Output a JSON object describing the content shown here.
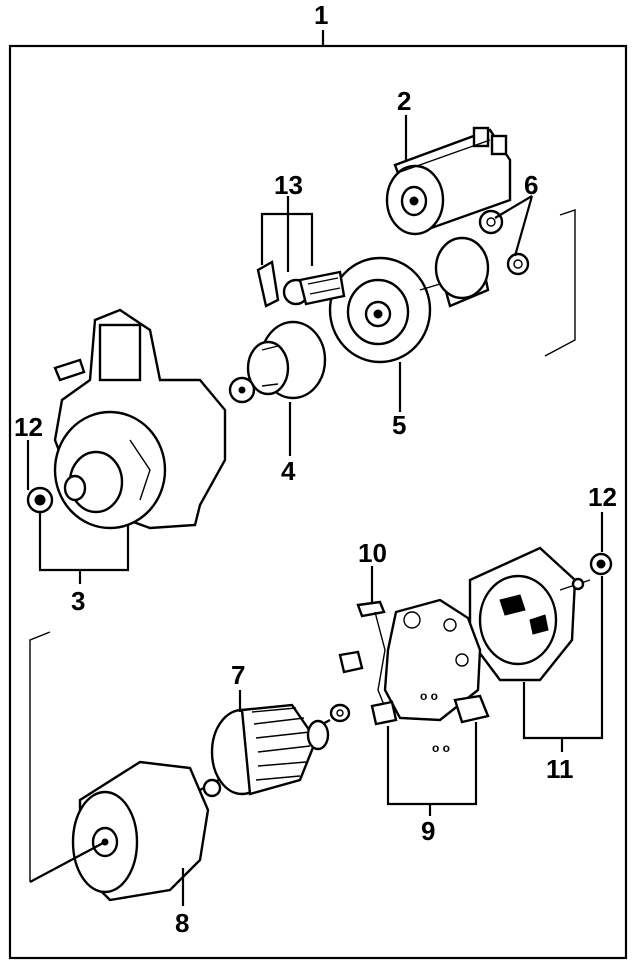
{
  "callouts": [
    {
      "id": "1",
      "text": "1"
    },
    {
      "id": "2",
      "text": "2"
    },
    {
      "id": "3",
      "text": "3"
    },
    {
      "id": "4",
      "text": "4"
    },
    {
      "id": "5",
      "text": "5"
    },
    {
      "id": "6",
      "text": "6"
    },
    {
      "id": "7",
      "text": "7"
    },
    {
      "id": "8",
      "text": "8"
    },
    {
      "id": "9",
      "text": "9"
    },
    {
      "id": "10",
      "text": "10"
    },
    {
      "id": "11",
      "text": "11"
    },
    {
      "id": "12a",
      "text": "12"
    },
    {
      "id": "12b",
      "text": "12"
    },
    {
      "id": "13",
      "text": "13"
    }
  ]
}
